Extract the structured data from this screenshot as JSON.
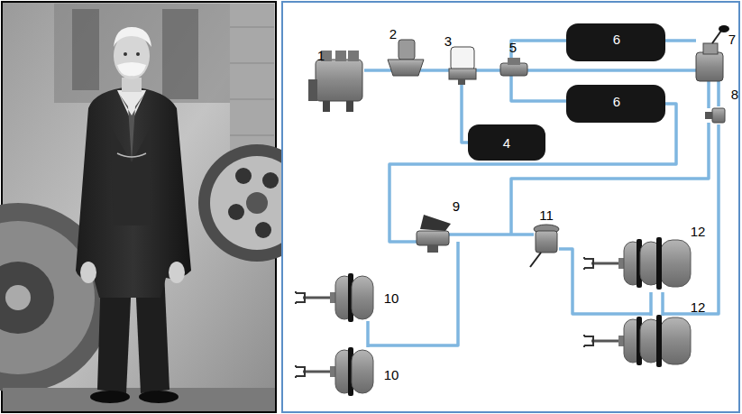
{
  "diagram": {
    "labels": [
      "1",
      "2",
      "3",
      "5",
      "6",
      "7",
      "6",
      "8",
      "4",
      "9",
      "11",
      "12",
      "10",
      "12",
      "10"
    ]
  }
}
